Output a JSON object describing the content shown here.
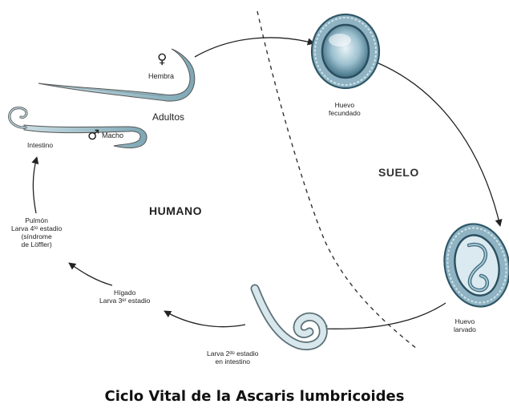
{
  "labels": {
    "hembra": "Hembra",
    "adultos": "Adultos",
    "macho": "Macho",
    "intestino": "Intestino",
    "huevo_fecundado_1": "Huevo",
    "huevo_fecundado_2": "fecundado",
    "suelo": "SUELO",
    "humano": "HUMANO",
    "pulmon_1": "Pulmón",
    "pulmon_2": "Larva 4ᵗᵒ estadio",
    "pulmon_3": "(síndrome",
    "pulmon_4": "de Löffler)",
    "higado_1": "Hígado",
    "higado_2": "Larva 3ᵉʳ estadio",
    "larva2_1": "Larva 2ᵈᵒ estadio",
    "larva2_2": "en intestino",
    "huevo_larvado_1": "Huevo",
    "huevo_larvado_2": "larvado"
  },
  "symbols": {
    "female": "♀",
    "male": "♂"
  },
  "caption": "Ciclo Vital de la Ascaris lumbricoides"
}
